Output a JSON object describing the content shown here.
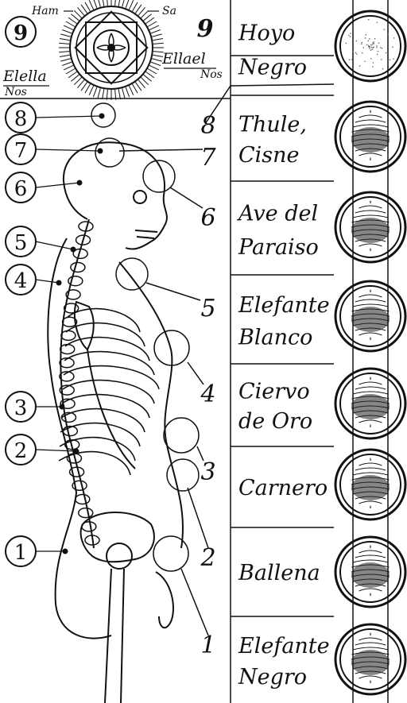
{
  "top": {
    "number_left": "9",
    "number_right": "9",
    "ham": "Ham",
    "sa": "Sa",
    "elella": "Elella",
    "nos_left": "Nos",
    "ellael": "Ellael",
    "nos_right": "Nos"
  },
  "left_circle_numbers": [
    "9",
    "8",
    "7",
    "6",
    "5",
    "4",
    "3",
    "2",
    "1"
  ],
  "right_chain_numbers": [
    "8",
    "7",
    "6",
    "5",
    "4",
    "3",
    "2",
    "1"
  ],
  "animals": [
    {
      "line1": "Hoyo",
      "line2": "Negro",
      "icon": "black-hole-icon"
    },
    {
      "line1": "Thule,",
      "line2": "Cisne",
      "icon": "swan-faces-icon"
    },
    {
      "line1": "Ave del",
      "line2": "Paraiso",
      "icon": "bird-of-paradise-icon"
    },
    {
      "line1": "Elefante",
      "line2": "Blanco",
      "icon": "white-elephant-icon"
    },
    {
      "line1": "Ciervo",
      "line2": "de Oro",
      "icon": "golden-deer-icon"
    },
    {
      "line1": "Carnero",
      "line2": "",
      "icon": "ram-icon"
    },
    {
      "line1": "Ballena",
      "line2": "",
      "icon": "whale-icon"
    },
    {
      "line1": "Elefante",
      "line2": "Negro",
      "icon": "black-elephant-icon"
    }
  ]
}
